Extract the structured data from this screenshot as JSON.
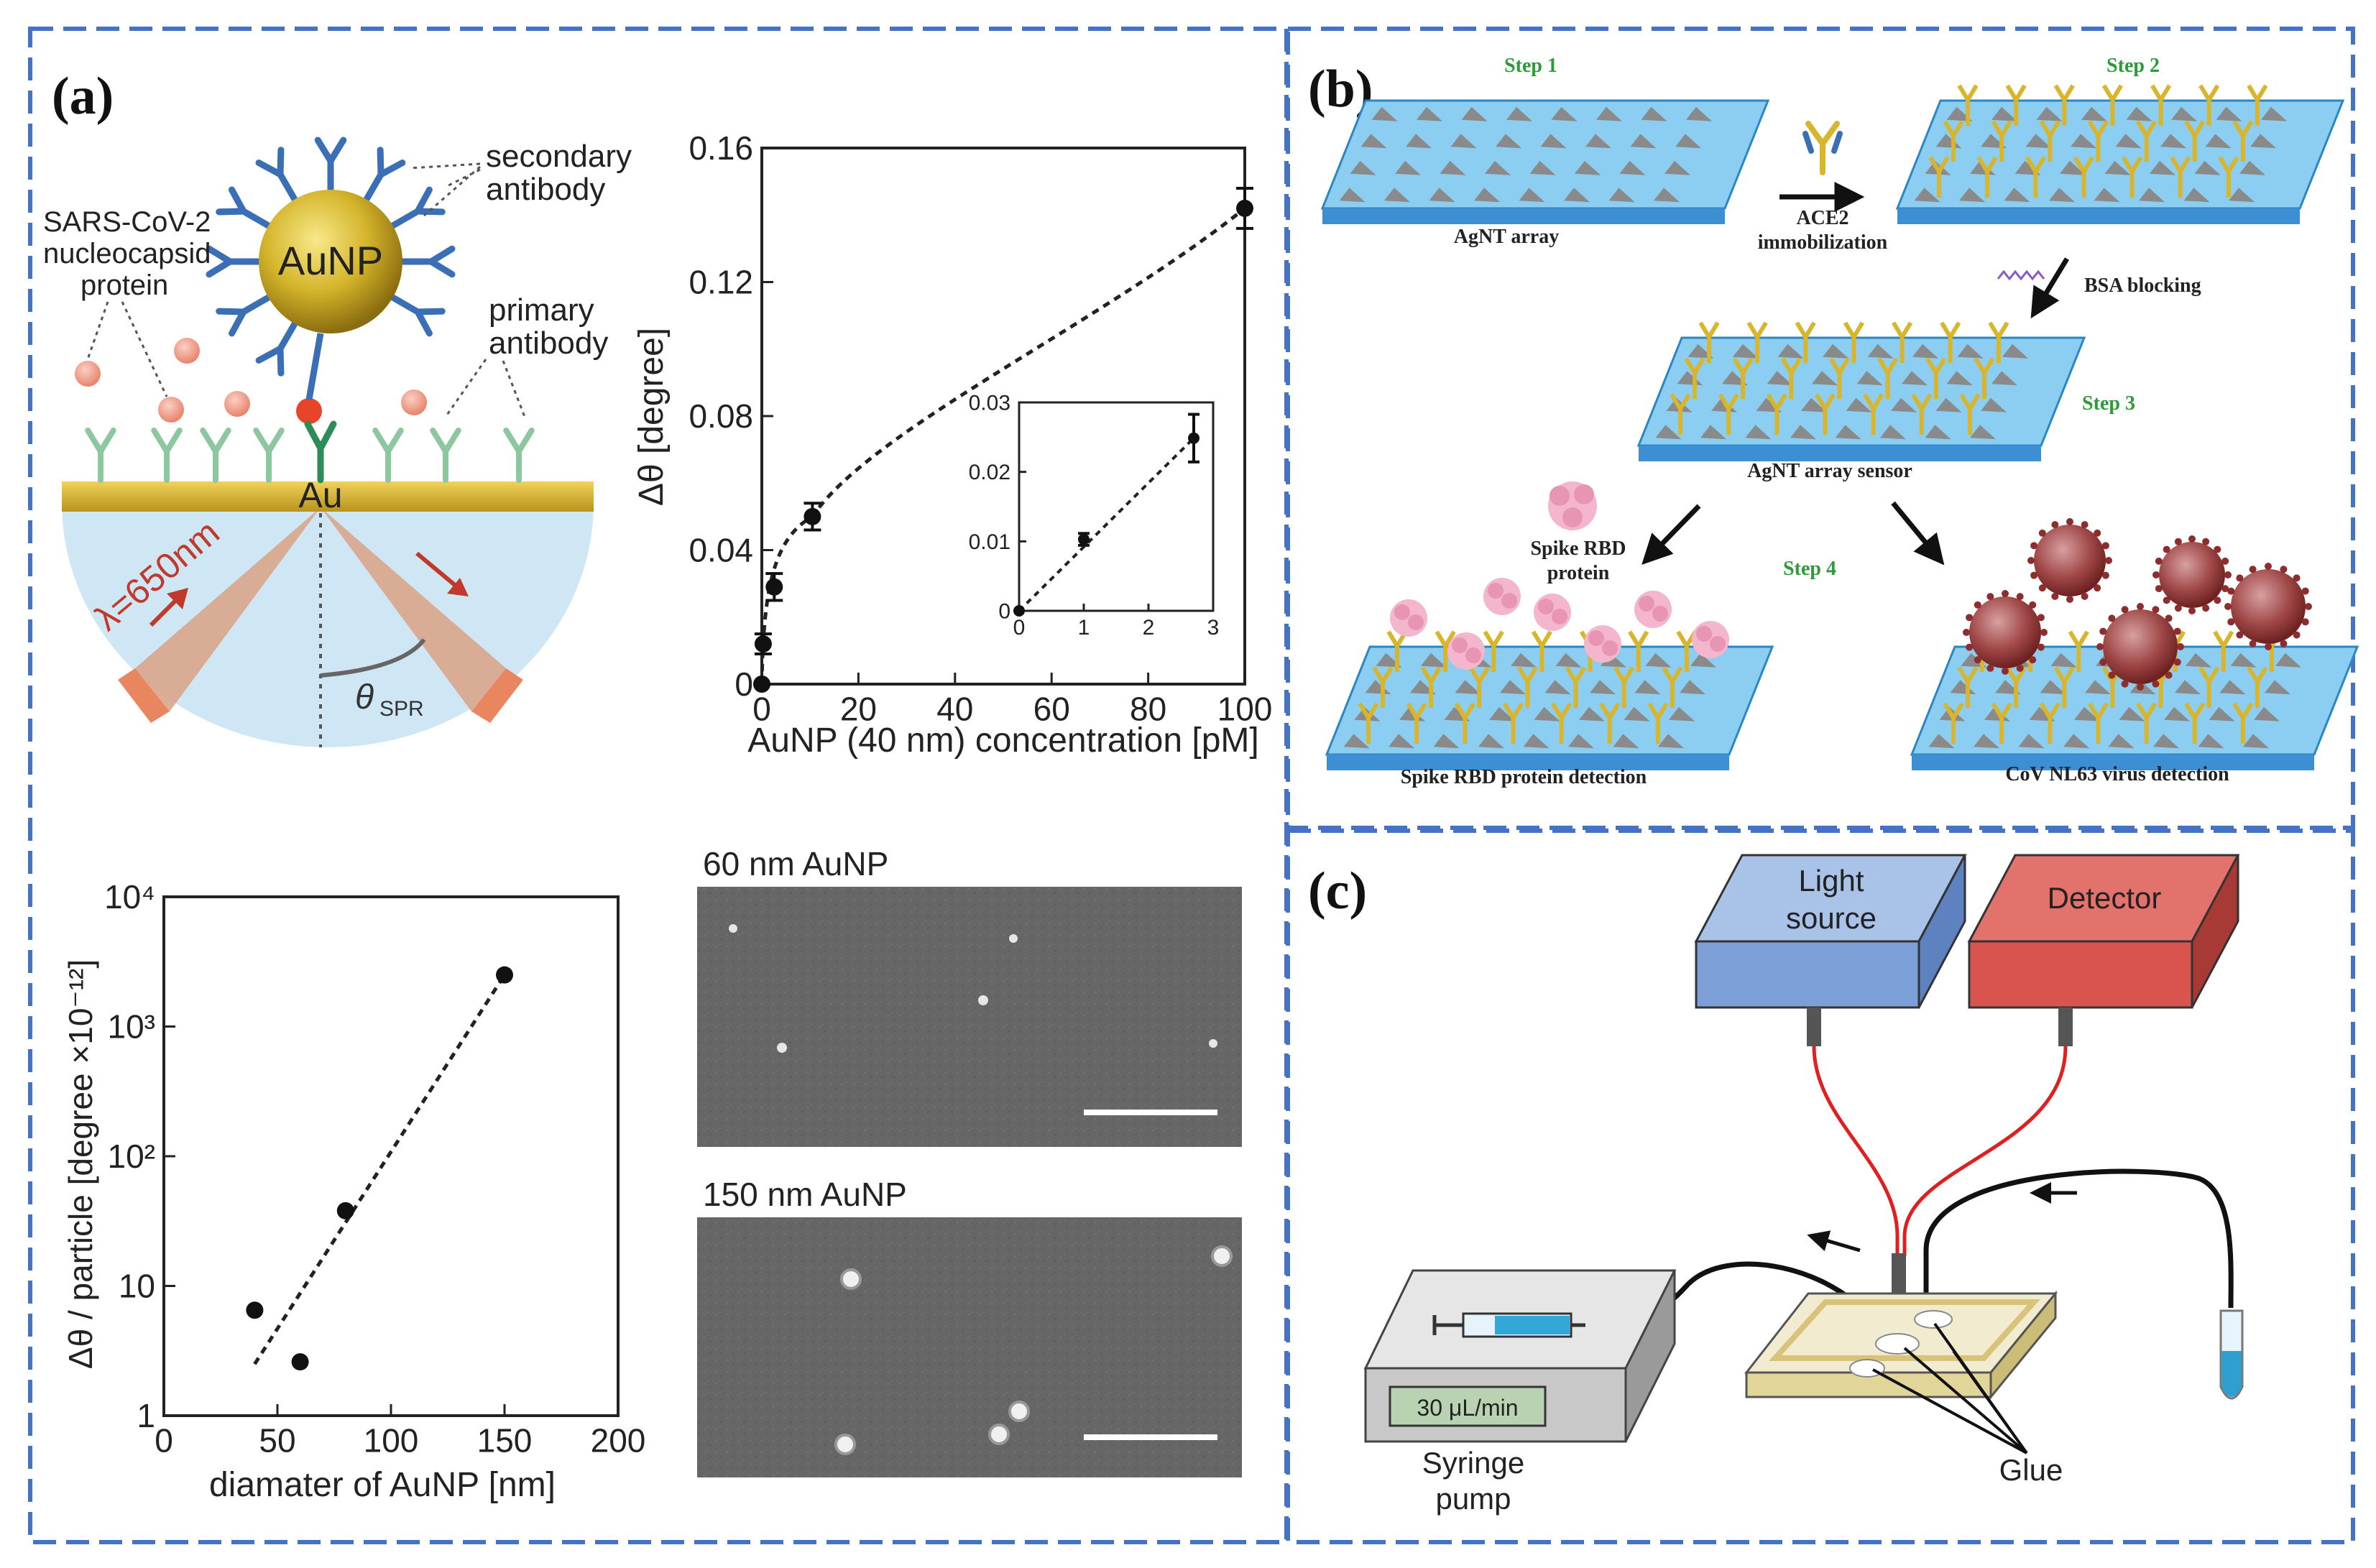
{
  "panel_labels": {
    "a": "(a)",
    "b": "(b)",
    "c": "(c)"
  },
  "colors": {
    "frame": "#4472c4",
    "gold": "#d4b42a",
    "substrate": "#4aa3e0",
    "light_source": "#7b9fd6",
    "detector": "#d9534f",
    "step_green": "#2e9a3a",
    "antibody_blue": "#3a6fb5",
    "antibody_green": "#8cc7a0"
  },
  "panel_a": {
    "schematic": {
      "aunp": "AuNP",
      "secondary_antibody": [
        "secondary",
        "antibody"
      ],
      "nucleocapsid": [
        "SARS-CoV-2",
        "nucleocapsid",
        "protein"
      ],
      "primary_antibody": [
        "primary",
        "antibody"
      ],
      "au": "Au",
      "wavelength": "λ=650nm",
      "theta": "θ",
      "theta_sub": "SPR"
    },
    "sem": {
      "label_60": "60 nm AuNP",
      "label_150": "150 nm AuNP"
    }
  },
  "chart_data": [
    {
      "type": "scatter",
      "xlabel": "AuNP (40 nm) concentration [pM]",
      "ylabel": "Δθ  [degree]",
      "xlim": [
        0,
        105
      ],
      "ylim": [
        0,
        0.16
      ],
      "xticks": [
        "0",
        "20",
        "40",
        "60",
        "80",
        "100"
      ],
      "yticks": [
        "0",
        "0.04",
        "0.08",
        "0.12",
        "0.16"
      ],
      "x": [
        0,
        0.3,
        2.7,
        11,
        105
      ],
      "y": [
        0,
        0.012,
        0.029,
        0.05,
        0.142
      ],
      "yerr": [
        0,
        0.003,
        0.004,
        0.004,
        0.006
      ],
      "fit": "dashed",
      "inset": {
        "type": "scatter",
        "xlim": [
          0,
          3
        ],
        "ylim": [
          0,
          0.035
        ],
        "xticks": [
          "0",
          "1",
          "2",
          "3"
        ],
        "yticks": [
          "0",
          "0.01",
          "0.02",
          "0.03"
        ],
        "x": [
          0,
          1,
          2.7
        ],
        "y": [
          0,
          0.012,
          0.029
        ],
        "yerr": [
          0,
          0.001,
          0.004
        ],
        "fit": "dashed"
      }
    },
    {
      "type": "scatter",
      "xlabel": "diamater of AuNP [nm]",
      "ylabel": "Δθ / particle  [degree ×10⁻¹²]",
      "xlim": [
        0,
        200
      ],
      "ylim_log10": [
        0,
        4
      ],
      "xticks": [
        "0",
        "50",
        "100",
        "150",
        "200"
      ],
      "yticks": [
        "1",
        "10",
        "10²",
        "10³",
        "10⁴"
      ],
      "x": [
        40,
        60,
        80,
        150
      ],
      "y": [
        6.5,
        2.6,
        38,
        2500
      ],
      "fit": "dashed"
    }
  ],
  "panel_b": {
    "steps": [
      "Step 1",
      "Step 2",
      "Step 3",
      "Step 4"
    ],
    "agnt_array": "AgNT array",
    "ace2_line1": "ACE2",
    "ace2_line2": "immobilization",
    "bsa_blocking": "BSA blocking",
    "sensor": "AgNT array sensor",
    "spike_line1": "Spike RBD",
    "spike_line2": "protein",
    "spike_detection": "Spike RBD protein detection",
    "virus_detection": "CoV NL63 virus detection"
  },
  "panel_c": {
    "light_source": [
      "Light",
      "source"
    ],
    "detector": "Detector",
    "flow_rate": "30 μL/min",
    "syringe_pump": [
      "Syringe",
      "pump"
    ],
    "glue": "Glue"
  }
}
